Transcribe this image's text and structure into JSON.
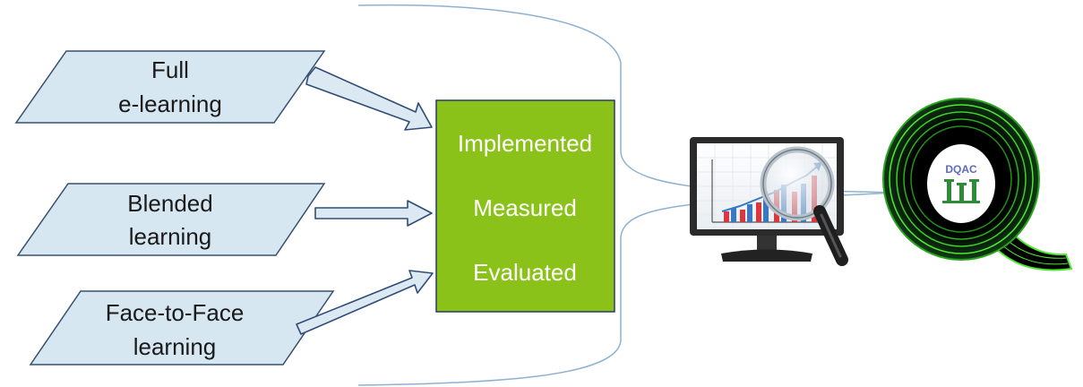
{
  "inputs": [
    {
      "lines": [
        "Full",
        "e-learning"
      ]
    },
    {
      "lines": [
        "Blended",
        "learning"
      ]
    },
    {
      "lines": [
        "Face-to-Face",
        "learning"
      ]
    }
  ],
  "process": {
    "steps": [
      "Implemented",
      "Measured",
      "Evaluated"
    ]
  },
  "logo": {
    "text": "DQAC"
  },
  "colors": {
    "parallelogram_fill": "#d6e7f2",
    "parallelogram_stroke": "#36506e",
    "arrow_fill": "#dce9f3",
    "arrow_stroke": "#2f4d78",
    "process_fill": "#8bc21a",
    "process_stroke": "#2a3a6a",
    "connector": "#8fb1d0",
    "logo_green": "#4fe832",
    "logo_text": "#5c6bc0"
  }
}
